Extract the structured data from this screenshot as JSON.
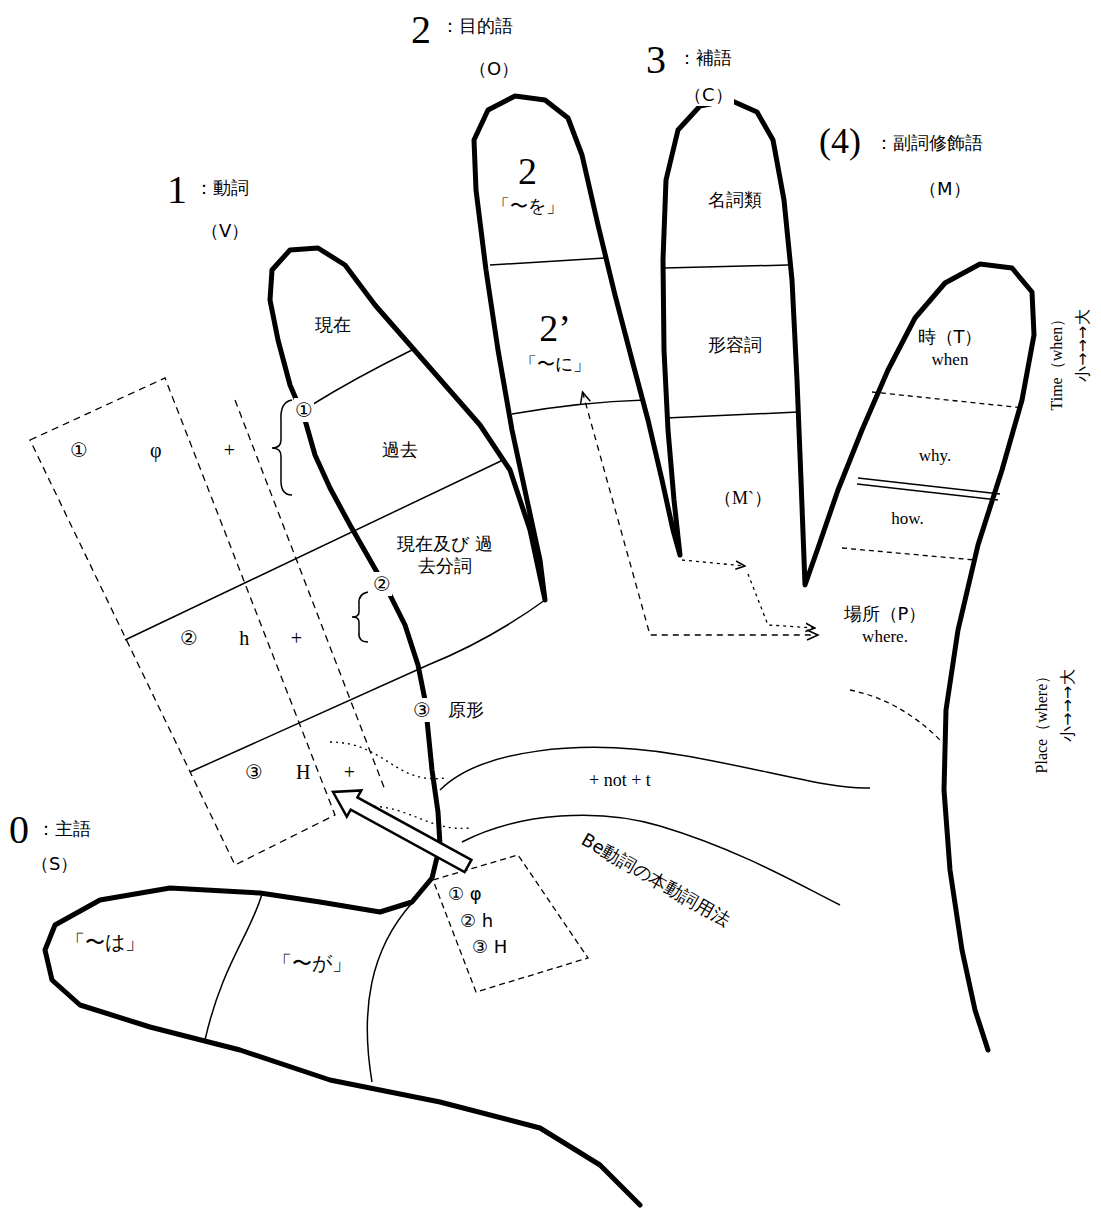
{
  "diagram": {
    "nodes": [
      {
        "text": [
          "「〜は」"
        ]
      },
      {
        "text": [
          "「〜が」"
        ]
      },
      {
        "text": [
          "現在"
        ]
      },
      {
        "text": [
          "過去"
        ]
      },
      {
        "text": [
          "現在及び 過去分詞"
        ]
      },
      {
        "text": [
          "2",
          "「〜を」"
        ]
      },
      {
        "text": [
          "2’",
          "「〜に」"
        ]
      },
      {
        "text": [
          "名詞類"
        ]
      },
      {
        "text": [
          "形容詞"
        ]
      },
      {
        "text": [
          "時（T）",
          "when"
        ]
      },
      {
        "text": [
          "why."
        ]
      },
      {
        "text": [
          "how."
        ]
      },
      {
        "text": [
          "場所（P）",
          "where."
        ]
      },
      {
        "text": [
          "①",
          "φ",
          "+"
        ]
      },
      {
        "text": [
          "②",
          "h",
          "+"
        ]
      },
      {
        "text": [
          "③",
          "H",
          "+"
        ]
      },
      {
        "text": [
          "① φ",
          "② h",
          "③ H"
        ]
      }
    ],
    "edges": [
      {
        "from": 16,
        "to": 15,
        "arrow": "to"
      },
      {
        "from": 6,
        "to": 12,
        "arrow": "both"
      }
    ],
    "labels": [
      "0",
      "：主語",
      "（S）",
      "1",
      "：動詞",
      "（V）",
      "2",
      "：目的語",
      "（O）",
      "3",
      "：補語",
      "（C）",
      "(4)",
      "：副詞修飾語",
      "（M）",
      "①",
      "②",
      "③",
      "原形",
      "（M`）",
      "+ not + t",
      "Be動詞の本動詞用法",
      "Time（when）",
      "小→→→大",
      "Place（where）",
      "小→→→大"
    ]
  }
}
